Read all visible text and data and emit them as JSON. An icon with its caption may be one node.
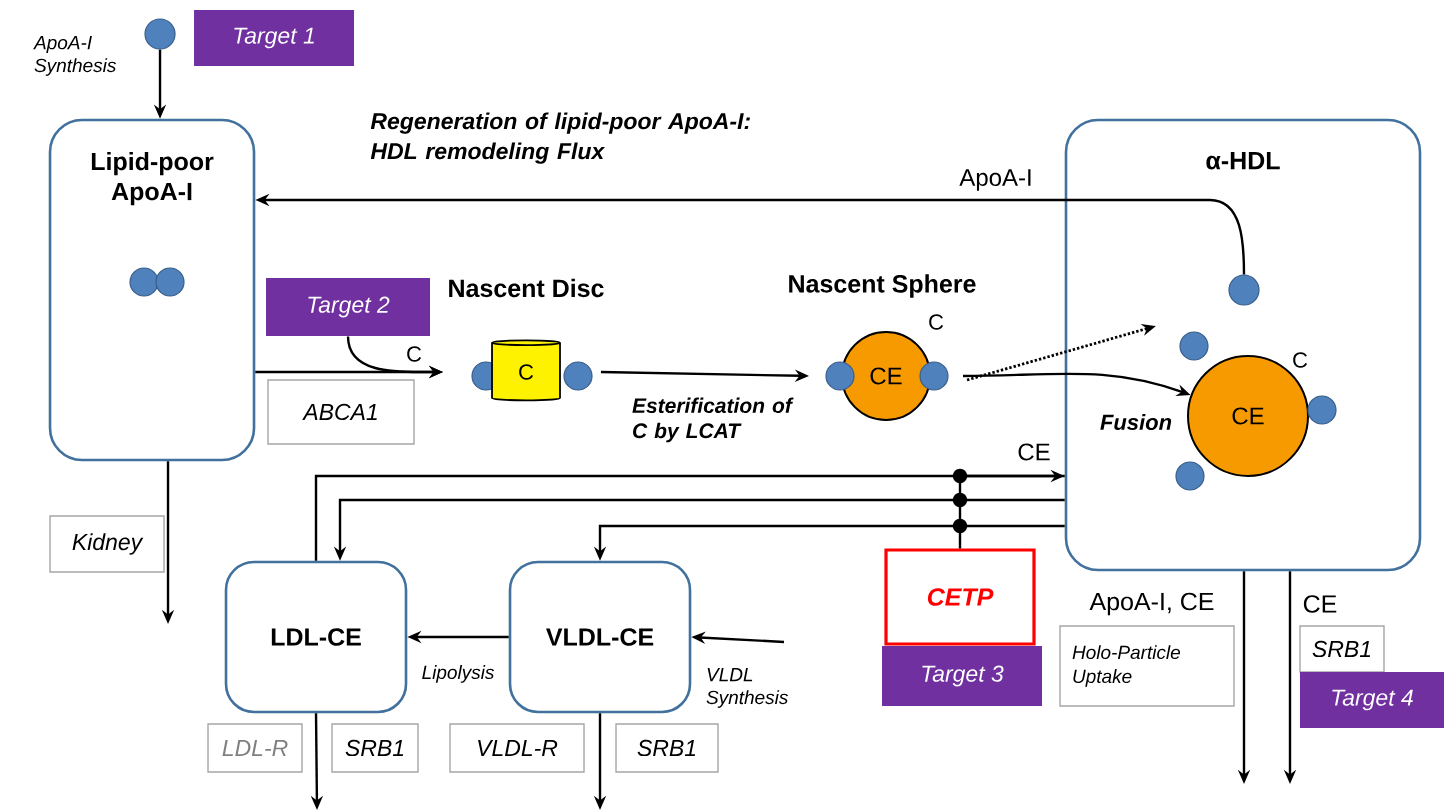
{
  "diagram": {
    "nodes": [
      {
        "text": [
          "Lipid-poor ApoA-I"
        ]
      },
      {
        "text": [
          "Target 1"
        ]
      },
      {
        "text": [],
        "shape": "circle"
      },
      {
        "text": [
          "Target 2"
        ]
      },
      {
        "text": [
          "ABCA1"
        ]
      },
      {
        "text": [
          "Nascent Disc",
          "C"
        ]
      },
      {
        "text": [
          "Nascent Sphere",
          "CE"
        ],
        "beside": [
          "C"
        ]
      },
      {
        "text": [
          "α-HDL"
        ]
      },
      {
        "text": [],
        "shape": "circle",
        "in": 7
      },
      {
        "text": [
          "CE"
        ],
        "beside": [
          "C"
        ],
        "in": 7
      },
      {
        "text": [
          "Kidney"
        ]
      },
      {
        "text": [
          "LDL-CE"
        ]
      },
      {
        "text": [
          "VLDL-CE"
        ]
      },
      {
        "text": [
          "CETP"
        ]
      },
      {
        "text": [
          "Target 3"
        ]
      },
      {
        "text": [
          "LDL-R"
        ]
      },
      {
        "text": [
          "SRB1"
        ]
      },
      {
        "text": [
          "VLDL-R"
        ]
      },
      {
        "text": [
          "SRB1"
        ]
      },
      {
        "text": [
          "Holo-Particle Uptake"
        ]
      },
      {
        "text": [
          "SRB1"
        ]
      },
      {
        "text": [
          "Target 4"
        ]
      }
    ],
    "edges": [
      {
        "from": 2,
        "to": 0,
        "arrow": "to",
        "label": "ApoA-I Synthesis"
      },
      {
        "from": 8,
        "to": 0,
        "arrow": "to",
        "label": "ApoA-I"
      },
      {
        "from": 0,
        "to": 5,
        "arrow": "to",
        "label": "C"
      },
      {
        "from": 3,
        "to": 5,
        "arrow": "to"
      },
      {
        "from": 5,
        "to": 6,
        "arrow": "to",
        "label": "Esterification of C by LCAT"
      },
      {
        "from": 6,
        "to": 9,
        "arrow": "to",
        "label": "Fusion"
      },
      {
        "from": 6,
        "to": null,
        "arrow": "to",
        "style": "dashed"
      },
      {
        "from": 0,
        "to": null,
        "arrow": "to"
      },
      {
        "from": 11,
        "to": 7,
        "arrow": "to",
        "label": "CE"
      },
      {
        "from": 7,
        "to": 11,
        "arrow": "to"
      },
      {
        "from": 7,
        "to": 12,
        "arrow": "to"
      },
      {
        "from": 13,
        "to": 7,
        "arrow": "none"
      },
      {
        "from": 12,
        "to": 11,
        "arrow": "to",
        "label": "Lipolysis"
      },
      {
        "from": null,
        "to": 12,
        "arrow": "to",
        "label": "VLDL Synthesis"
      },
      {
        "from": 11,
        "to": null,
        "arrow": "to"
      },
      {
        "from": 12,
        "to": null,
        "arrow": "to"
      },
      {
        "from": 7,
        "to": null,
        "arrow": "to",
        "label": "ApoA-I, CE"
      },
      {
        "from": 7,
        "to": null,
        "arrow": "to",
        "label": "CE"
      }
    ],
    "labels": [
      "Regeneration of lipid-poor ApoA-I: HDL remodeling Flux"
    ]
  }
}
